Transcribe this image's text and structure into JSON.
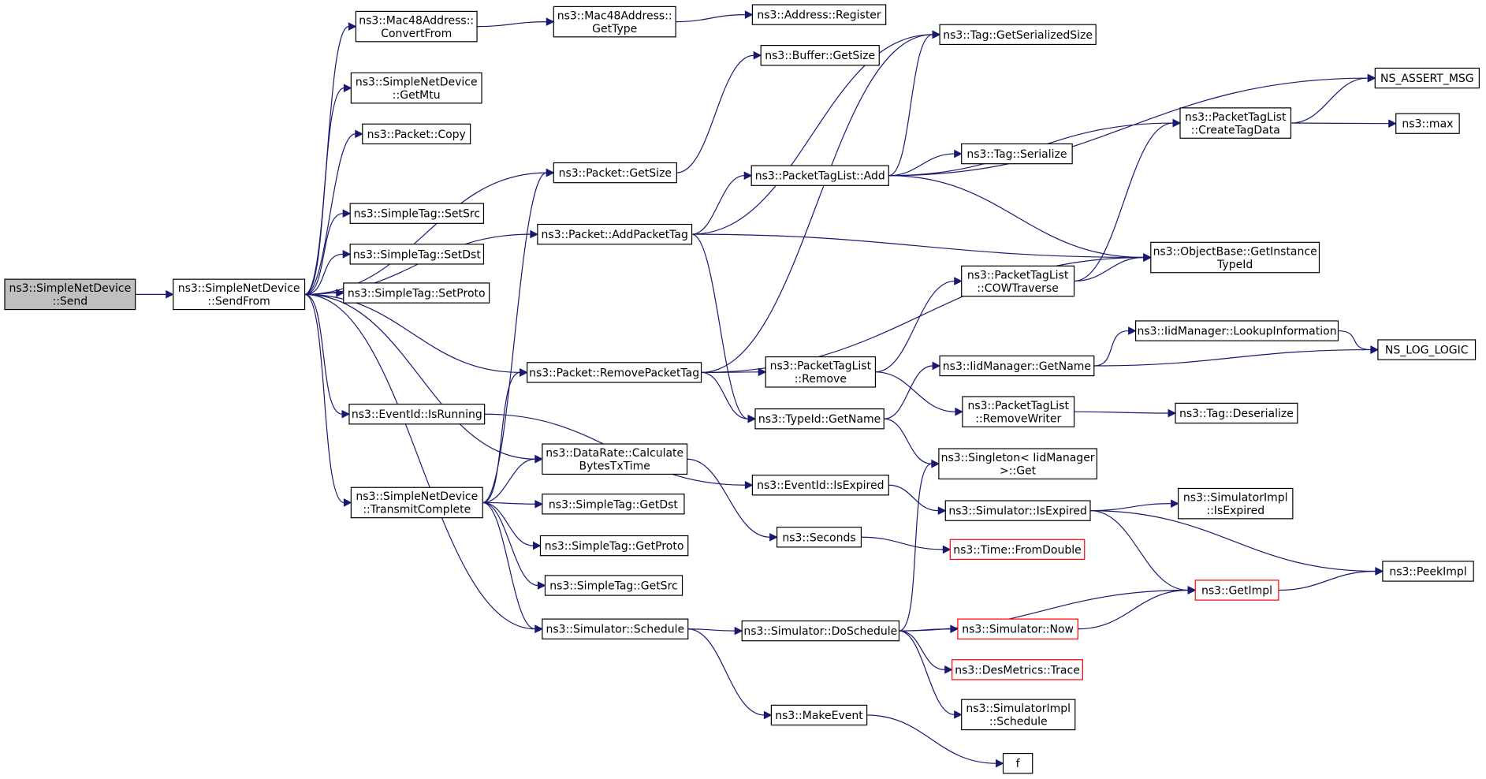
{
  "colors": {
    "edge": "#191970",
    "node_border": "#000000",
    "node_border_red": "#ff0000",
    "root_fill": "#bfbfbf"
  },
  "nodes": {
    "send": [
      "ns3::SimpleNetDevice",
      "::Send"
    ],
    "sendfrom": [
      "ns3::SimpleNetDevice",
      "::SendFrom"
    ],
    "mac_convert": [
      "ns3::Mac48Address::",
      "ConvertFrom"
    ],
    "getmtu": [
      "ns3::SimpleNetDevice",
      "::GetMtu"
    ],
    "pkt_copy": [
      "ns3::Packet::Copy"
    ],
    "tag_setsrc": [
      "ns3::SimpleTag::SetSrc"
    ],
    "tag_setdst": [
      "ns3::SimpleTag::SetDst"
    ],
    "tag_setproto": [
      "ns3::SimpleTag::SetProto"
    ],
    "eventid_running": [
      "ns3::EventId::IsRunning"
    ],
    "transmit": [
      "ns3::SimpleNetDevice",
      "::TransmitComplete"
    ],
    "mac_gettype": [
      "ns3::Mac48Address::",
      "GetType"
    ],
    "pkt_getsize": [
      "ns3::Packet::GetSize"
    ],
    "pkt_addtag": [
      "ns3::Packet::AddPacketTag"
    ],
    "pkt_removetag": [
      "ns3::Packet::RemovePacketTag"
    ],
    "datarate": [
      "ns3::DataRate::Calculate",
      "BytesTxTime"
    ],
    "tag_getdst": [
      "ns3::SimpleTag::GetDst"
    ],
    "tag_getproto": [
      "ns3::SimpleTag::GetProto"
    ],
    "tag_getsrc": [
      "ns3::SimpleTag::GetSrc"
    ],
    "sim_schedule": [
      "ns3::Simulator::Schedule"
    ],
    "addr_register": [
      "ns3::Address::Register"
    ],
    "buf_getsize": [
      "ns3::Buffer::GetSize"
    ],
    "ptl_add": [
      "ns3::PacketTagList::Add"
    ],
    "ptl_remove": [
      "ns3::PacketTagList",
      "::Remove"
    ],
    "typeid_getname": [
      "ns3::TypeId::GetName"
    ],
    "eventid_expired": [
      "ns3::EventId::IsExpired"
    ],
    "seconds": [
      "ns3::Seconds"
    ],
    "sim_doschedule": [
      "ns3::Simulator::DoSchedule"
    ],
    "makeevent": [
      "ns3::MakeEvent"
    ],
    "tag_serializedsize": [
      "ns3::Tag::GetSerializedSize"
    ],
    "tag_serialize": [
      "ns3::Tag::Serialize"
    ],
    "ptl_cow": [
      "ns3::PacketTagList",
      "::COWTraverse"
    ],
    "iid_getname": [
      "ns3::IidManager::GetName"
    ],
    "ptl_removewriter": [
      "ns3::PacketTagList",
      "::RemoveWriter"
    ],
    "singleton_get": [
      "ns3::Singleton< IidManager",
      ">::Get"
    ],
    "sim_isexpired": [
      "ns3::Simulator::IsExpired"
    ],
    "time_fromdouble": [
      "ns3::Time::FromDouble"
    ],
    "sim_now": [
      "ns3::Simulator::Now"
    ],
    "desmetrics": [
      "ns3::DesMetrics::Trace"
    ],
    "simimpl_schedule": [
      "ns3::SimulatorImpl",
      "::Schedule"
    ],
    "f": [
      "f"
    ],
    "ptl_createtag": [
      "ns3::PacketTagList",
      "::CreateTagData"
    ],
    "objbase_gettypeid": [
      "ns3::ObjectBase::GetInstance",
      "TypeId"
    ],
    "iid_lookup": [
      "ns3::IidManager::LookupInformation"
    ],
    "tag_deserialize": [
      "ns3::Tag::Deserialize"
    ],
    "simimpl_isexpired": [
      "ns3::SimulatorImpl",
      "::IsExpired"
    ],
    "getimpl": [
      "ns3::GetImpl"
    ],
    "ns_assert": [
      "NS_ASSERT_MSG"
    ],
    "max": [
      "ns3::max"
    ],
    "ns_log": [
      "NS_LOG_LOGIC"
    ],
    "peekimpl": [
      "ns3::PeekImpl"
    ]
  },
  "edges": [
    [
      "send",
      "sendfrom"
    ],
    [
      "sendfrom",
      "mac_convert"
    ],
    [
      "sendfrom",
      "getmtu"
    ],
    [
      "sendfrom",
      "pkt_copy"
    ],
    [
      "sendfrom",
      "pkt_getsize"
    ],
    [
      "sendfrom",
      "tag_setsrc"
    ],
    [
      "sendfrom",
      "tag_setdst"
    ],
    [
      "sendfrom",
      "tag_setproto"
    ],
    [
      "sendfrom",
      "pkt_addtag"
    ],
    [
      "sendfrom",
      "pkt_removetag"
    ],
    [
      "sendfrom",
      "eventid_running"
    ],
    [
      "sendfrom",
      "datarate"
    ],
    [
      "sendfrom",
      "transmit"
    ],
    [
      "sendfrom",
      "sim_schedule"
    ],
    [
      "mac_convert",
      "mac_gettype"
    ],
    [
      "mac_gettype",
      "addr_register"
    ],
    [
      "pkt_getsize",
      "buf_getsize"
    ],
    [
      "pkt_addtag",
      "tag_serializedsize"
    ],
    [
      "pkt_addtag",
      "ptl_add"
    ],
    [
      "pkt_addtag",
      "objbase_gettypeid"
    ],
    [
      "pkt_addtag",
      "typeid_getname"
    ],
    [
      "pkt_removetag",
      "tag_serializedsize"
    ],
    [
      "pkt_removetag",
      "ptl_remove"
    ],
    [
      "pkt_removetag",
      "objbase_gettypeid"
    ],
    [
      "pkt_removetag",
      "typeid_getname"
    ],
    [
      "eventid_running",
      "eventid_expired"
    ],
    [
      "transmit",
      "pkt_getsize"
    ],
    [
      "transmit",
      "pkt_removetag"
    ],
    [
      "transmit",
      "datarate"
    ],
    [
      "transmit",
      "tag_getdst"
    ],
    [
      "transmit",
      "tag_getproto"
    ],
    [
      "transmit",
      "tag_getsrc"
    ],
    [
      "transmit",
      "sim_schedule"
    ],
    [
      "datarate",
      "seconds"
    ],
    [
      "sim_schedule",
      "sim_doschedule"
    ],
    [
      "sim_schedule",
      "makeevent"
    ],
    [
      "ptl_add",
      "tag_serializedsize"
    ],
    [
      "ptl_add",
      "ns_assert"
    ],
    [
      "ptl_add",
      "ptl_createtag"
    ],
    [
      "ptl_add",
      "tag_serialize"
    ],
    [
      "ptl_add",
      "objbase_gettypeid"
    ],
    [
      "ptl_remove",
      "ptl_cow"
    ],
    [
      "ptl_remove",
      "ptl_removewriter"
    ],
    [
      "ptl_cow",
      "ptl_createtag"
    ],
    [
      "ptl_cow",
      "objbase_gettypeid"
    ],
    [
      "ptl_createtag",
      "ns_assert"
    ],
    [
      "ptl_createtag",
      "max"
    ],
    [
      "typeid_getname",
      "iid_getname"
    ],
    [
      "typeid_getname",
      "singleton_get"
    ],
    [
      "iid_getname",
      "iid_lookup"
    ],
    [
      "iid_getname",
      "ns_log"
    ],
    [
      "iid_lookup",
      "ns_log"
    ],
    [
      "ptl_removewriter",
      "tag_deserialize"
    ],
    [
      "eventid_expired",
      "sim_isexpired"
    ],
    [
      "sim_isexpired",
      "simimpl_isexpired"
    ],
    [
      "sim_isexpired",
      "getimpl"
    ],
    [
      "sim_isexpired",
      "peekimpl"
    ],
    [
      "seconds",
      "time_fromdouble"
    ],
    [
      "sim_doschedule",
      "singleton_get"
    ],
    [
      "sim_doschedule",
      "getimpl"
    ],
    [
      "sim_doschedule",
      "sim_now"
    ],
    [
      "sim_doschedule",
      "desmetrics"
    ],
    [
      "sim_doschedule",
      "simimpl_schedule"
    ],
    [
      "sim_now",
      "getimpl"
    ],
    [
      "makeevent",
      "f"
    ],
    [
      "getimpl",
      "peekimpl"
    ]
  ]
}
